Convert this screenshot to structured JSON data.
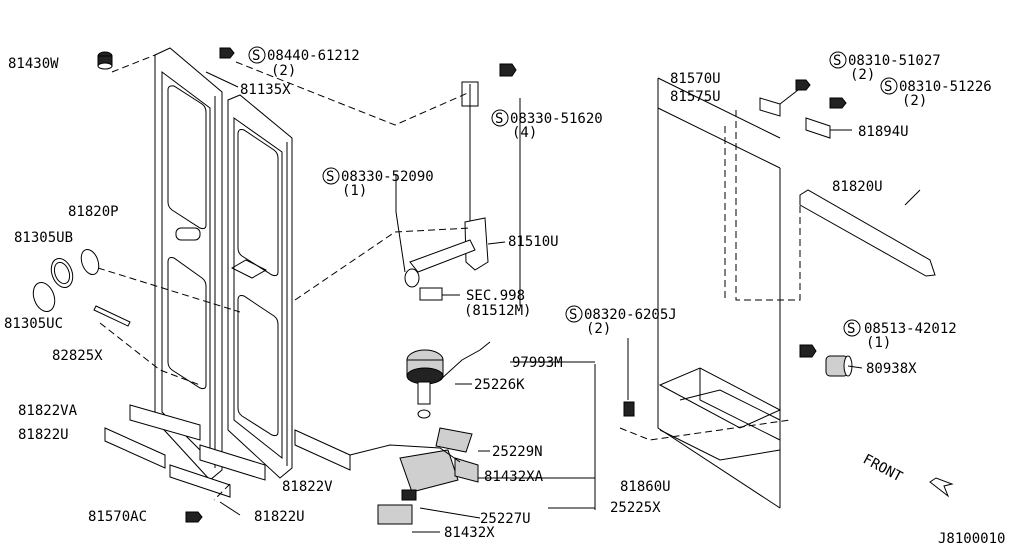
{
  "labels": {
    "p81430W": "81430W",
    "p08440": "08440-61212",
    "p08440q": "(2)",
    "p81135X": "81135X",
    "p08330a": "08330-51620",
    "p08330aq": "(4)",
    "p08330b": "08330-52090",
    "p08330bq": "(1)",
    "p81510U": "81510U",
    "p81820P": "81820P",
    "p81305UB": "81305UB",
    "p81305UC": "81305UC",
    "pSEC": "SEC.998",
    "p81512M": "(81512M)",
    "p82825X": "82825X",
    "p97993M": "97993M",
    "p25226K": "25226K",
    "p81822VA": "81822VA",
    "p81822U_a": "81822U",
    "p25229N": "25229N",
    "p81432XA": "81432XA",
    "p81822V": "81822V",
    "p81570AC": "81570AC",
    "p81822U_b": "81822U",
    "p25227U": "25227U",
    "p25225X": "25225X",
    "p81432X": "81432X",
    "p81570U": "81570U",
    "p81575U": "81575U",
    "p08310a": "08310-51027",
    "p08310aq": "(2)",
    "p08310b": "08310-51226",
    "p08310bq": "(2)",
    "p81894U": "81894U",
    "p81820U": "81820U",
    "p08320": "08320-6205J",
    "p08320q": "(2)",
    "p08513": "08513-42012",
    "p08513q": "(1)",
    "p80938X": "80938X",
    "p81860U": "81860U",
    "front": "FRONT",
    "code": "J8100010"
  },
  "icons": {
    "screw_symbol": "S"
  }
}
